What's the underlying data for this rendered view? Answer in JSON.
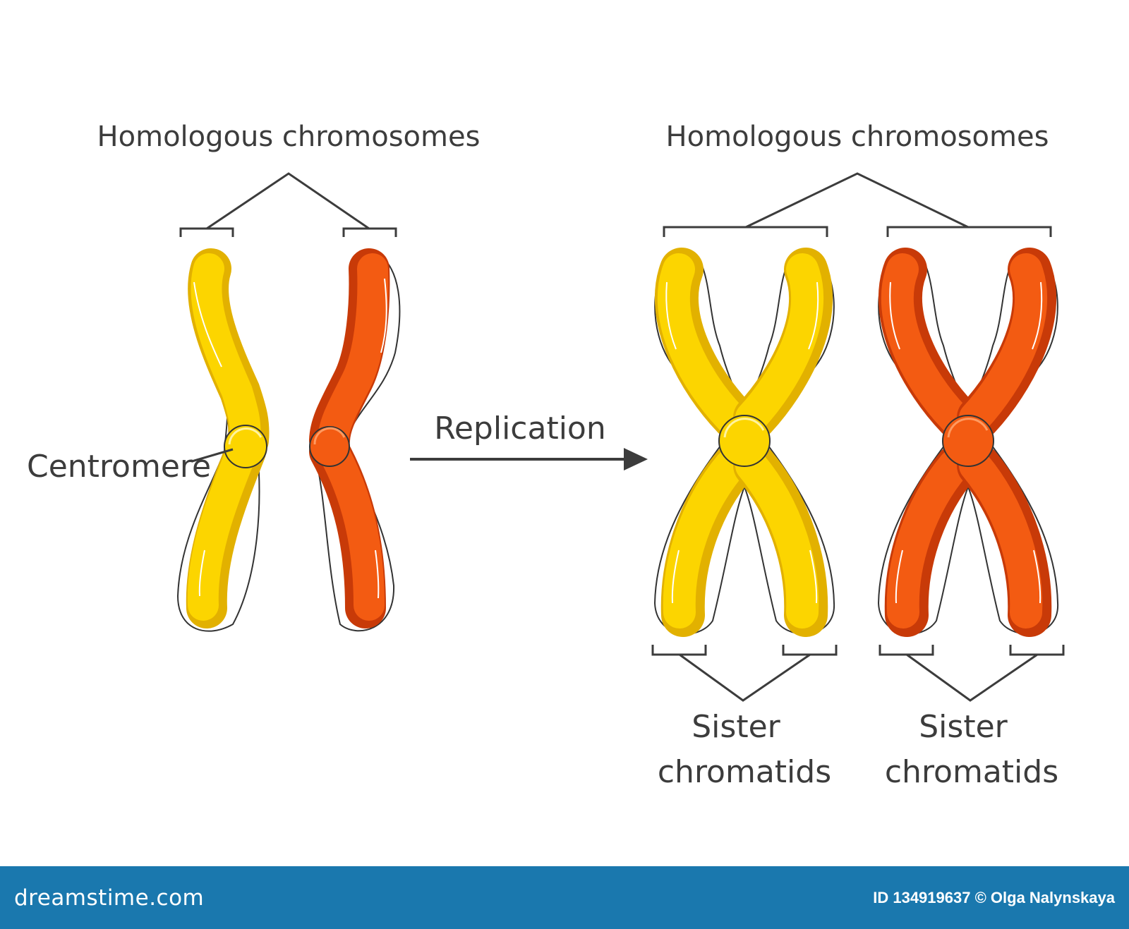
{
  "labels": {
    "homologous_left": "Homologous chromosomes",
    "homologous_right": "Homologous chromosomes",
    "centromere": "Centromere",
    "replication": "Replication",
    "sister_line1": "Sister",
    "sister_line2": "chromatids"
  },
  "footer": {
    "logo_text": "dreamstime.com",
    "credit": "ID 134919637 © Olga Nalynskaya",
    "background": "#1a78ae"
  },
  "colors": {
    "yellow_fill": "#fcd500",
    "yellow_shade": "#e2b100",
    "red_fill": "#f35b12",
    "red_shade": "#c83a08",
    "outline": "#333333",
    "text": "#3c3c3c"
  }
}
